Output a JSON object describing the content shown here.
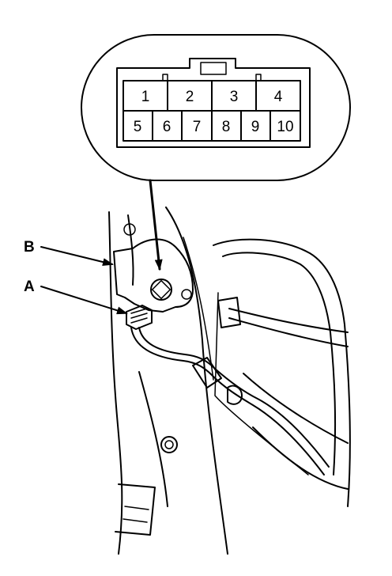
{
  "connector_pins": {
    "top_row": [
      "1",
      "2",
      "3",
      "4"
    ],
    "bottom_row": [
      "5",
      "6",
      "7",
      "8",
      "9",
      "10"
    ]
  },
  "callouts": {
    "a": "A",
    "b": "B"
  },
  "colors": {
    "line": "#000000",
    "background": "#ffffff"
  }
}
